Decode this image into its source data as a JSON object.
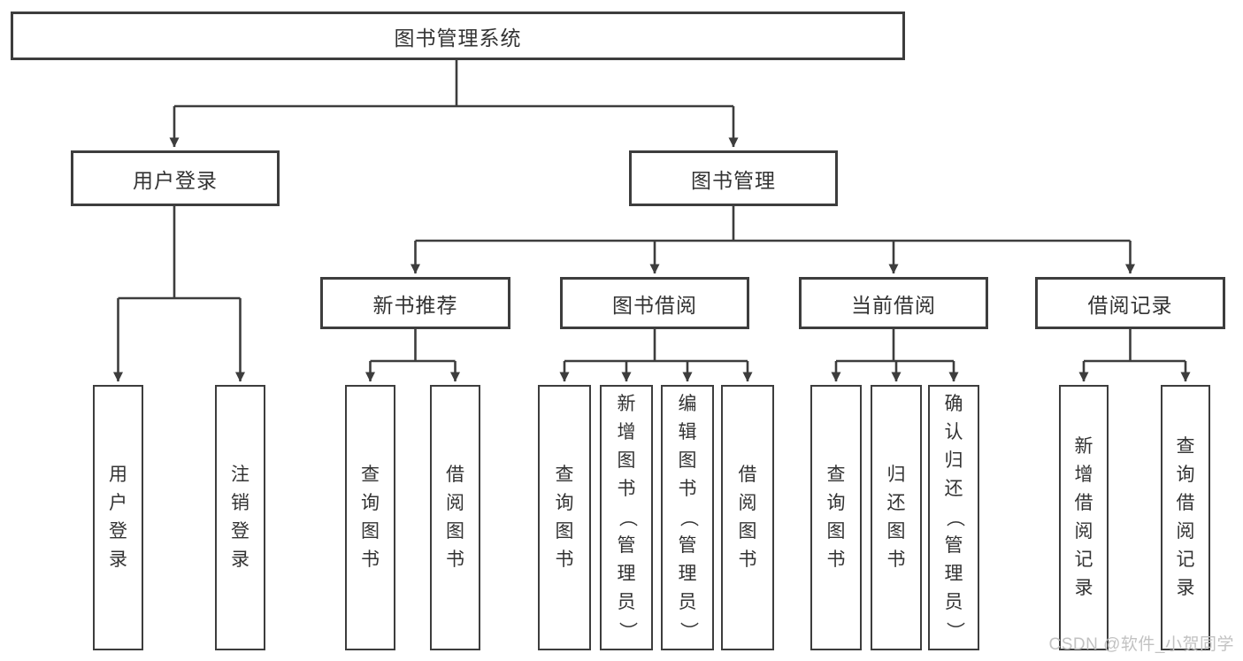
{
  "colors": {
    "line": "#3d3d3d",
    "text": "#333333",
    "watermark": "#c2c2c2",
    "bg": "#ffffff"
  },
  "tree": {
    "root": {
      "label": "图书管理系统",
      "children": [
        {
          "label": "用户登录",
          "children": [
            {
              "label": "用户登录"
            },
            {
              "label": "注销登录"
            }
          ]
        },
        {
          "label": "图书管理",
          "children": [
            {
              "label": "新书推荐",
              "children": [
                {
                  "label": "查询图书"
                },
                {
                  "label": "借阅图书"
                }
              ]
            },
            {
              "label": "图书借阅",
              "children": [
                {
                  "label": "查询图书"
                },
                {
                  "label": "新增图书（管理员）"
                },
                {
                  "label": "编辑图书（管理员）"
                },
                {
                  "label": "借阅图书"
                }
              ]
            },
            {
              "label": "当前借阅",
              "children": [
                {
                  "label": "查询图书"
                },
                {
                  "label": "归还图书"
                },
                {
                  "label": "确认归还（管理员）"
                }
              ]
            },
            {
              "label": "借阅记录",
              "children": [
                {
                  "label": "新增借阅记录"
                },
                {
                  "label": "查询借阅记录"
                }
              ]
            }
          ]
        }
      ]
    }
  },
  "watermark": {
    "text": "CSDN @软件_小贺同学"
  }
}
